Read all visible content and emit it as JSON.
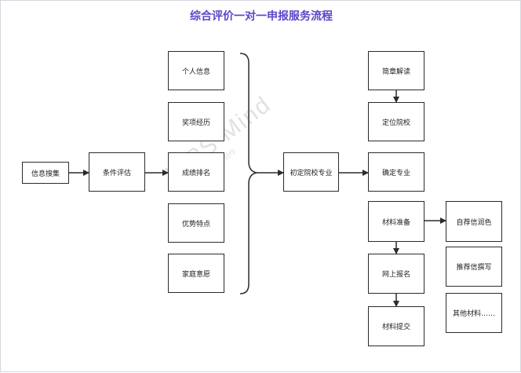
{
  "title": "综合评价一对一申报服务流程",
  "nodes": {
    "info_collect": "信息搜集",
    "condition_eval": "条件评估",
    "personal_info": "个人信息",
    "awards": "奖项经历",
    "grade_rank": "成绩排名",
    "strengths": "优势特点",
    "family_wishes": "家庭意愿",
    "initial_school": "初定院校专业",
    "policy_interpret": "简章解读",
    "locate_school": "定位院校",
    "confirm_major": "确定专业",
    "material_prep": "材料准备",
    "online_apply": "网上报名",
    "material_submit": "材料提交",
    "self_recommend": "自荐信润色",
    "recommend_letter": "推荐信撰写",
    "other_materials": "其他材料……"
  },
  "watermark": {
    "brand": "WPS Mind",
    "sub": "WPS思维导图制作"
  },
  "colors": {
    "title": "#5a46c8",
    "stroke": "#2b2b2b",
    "border": "#d4d8de"
  }
}
